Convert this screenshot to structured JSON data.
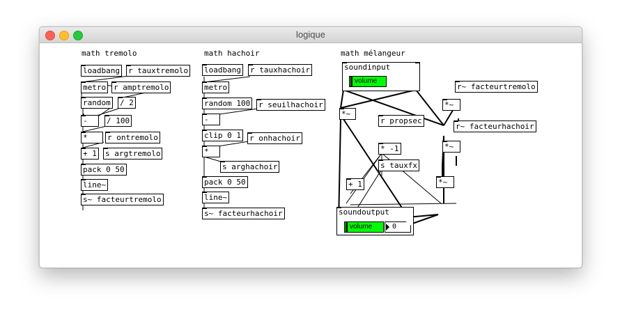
{
  "window": {
    "title": "logique"
  },
  "groups": {
    "tremolo": {
      "title": "math tremolo",
      "loadbang": "loadbang",
      "r_taux": "r tauxtremolo",
      "metro": "metro",
      "r_amp": "r amptremolo",
      "random": "random",
      "div2": "/ 2",
      "minus": "-",
      "div100": "/ 100",
      "mult": "*",
      "r_on": "r ontremolo",
      "plus1": "+ 1",
      "s_arg": "s argtremolo",
      "pack": "pack 0 50",
      "line": "line~",
      "s_fact": "s~ facteurtremolo"
    },
    "hachoir": {
      "title": "math hachoir",
      "loadbang": "loadbang",
      "r_taux": "r tauxhachoir",
      "metro": "metro",
      "random": "random 100",
      "r_seuil": "r seuilhachoir",
      "minus": "-",
      "clip": "clip 0 1",
      "r_on": "r onhachoir",
      "mult": "*",
      "s_arg": "s arghachoir",
      "pack": "pack 0 50",
      "line": "line~",
      "s_fact": "s~ facteurhachoir"
    },
    "melangeur": {
      "title": "math mélangeur",
      "soundinput": "soundinput",
      "volume_in": "volume",
      "mult1": "*~",
      "r_facttrem": "r~ facteurtremolo",
      "mult2": "*~",
      "r_propsec": "r propsec",
      "r_facthach": "r~ facteurhachoir",
      "mult3": "*~",
      "times_neg1": "* -1",
      "s_tauxfx": "s tauxfx",
      "plus1": "+ 1",
      "mult4": "*~",
      "soundoutput": "soundoutput",
      "volume_out": "volume",
      "number_value": "0"
    }
  },
  "colors": {
    "slider": "#00fc04",
    "titlebar": "#dcdcdc"
  }
}
